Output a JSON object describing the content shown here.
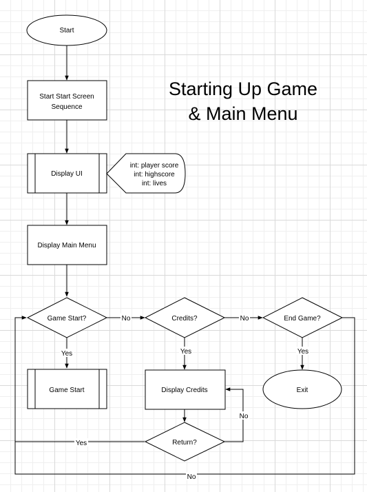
{
  "diagram": {
    "title_lines": [
      "Starting Up Game",
      "& Main Menu"
    ],
    "nodes": {
      "start": "Start",
      "start_screen": [
        "Start Start Screen",
        "Sequence"
      ],
      "display_ui": "Display UI",
      "variables_note": [
        "int: player score",
        "int: highscore",
        "int: lives"
      ],
      "display_main_menu": "Display Main Menu",
      "game_start_decision": "Game Start?",
      "credits_decision": "Credits?",
      "end_game_decision": "End Game?",
      "game_start": "Game Start",
      "display_credits": "Display Credits",
      "exit": "Exit",
      "return_decision": "Return?"
    },
    "edge_labels": {
      "game_start_no": "No",
      "credits_no": "No",
      "game_start_yes": "Yes",
      "credits_yes": "Yes",
      "end_game_yes": "Yes",
      "return_no": "No",
      "return_yes": "Yes",
      "end_game_no": "No"
    }
  }
}
